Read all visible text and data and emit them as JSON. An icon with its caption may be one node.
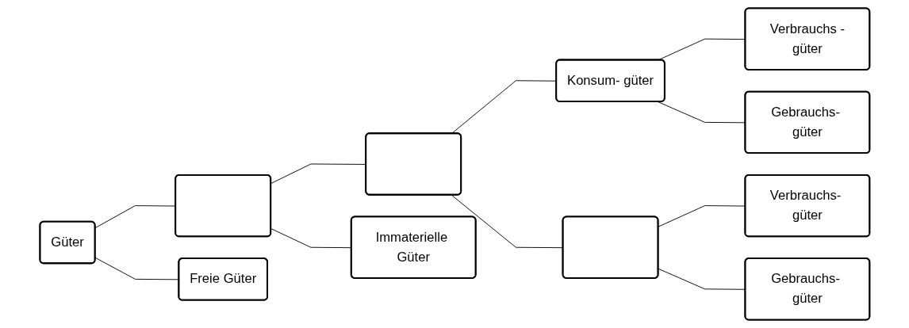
{
  "diagram": {
    "nodes": [
      {
        "text": [
          "Güter"
        ]
      },
      {
        "text": [],
        "shape": "box"
      },
      {
        "text": [
          "Freie Güter"
        ]
      },
      {
        "text": [],
        "shape": "box"
      },
      {
        "text": [
          "Immaterielle Güter"
        ]
      },
      {
        "text": [
          "Konsum- güter"
        ]
      },
      {
        "text": [],
        "shape": "box"
      },
      {
        "text": [
          "Verbrauchs -güter"
        ]
      },
      {
        "text": [
          "Gebrauchs- güter"
        ]
      },
      {
        "text": [
          "Verbrauchs- güter"
        ]
      },
      {
        "text": [
          "Gebrauchs- güter"
        ]
      }
    ],
    "edges": [
      {
        "from": 0,
        "to": 1,
        "arrow": "none"
      },
      {
        "from": 0,
        "to": 2,
        "arrow": "none"
      },
      {
        "from": 1,
        "to": 3,
        "arrow": "none"
      },
      {
        "from": 1,
        "to": 4,
        "arrow": "none"
      },
      {
        "from": 3,
        "to": 5,
        "arrow": "none"
      },
      {
        "from": 3,
        "to": 6,
        "arrow": "none"
      },
      {
        "from": 5,
        "to": 7,
        "arrow": "none"
      },
      {
        "from": 5,
        "to": 8,
        "arrow": "none"
      },
      {
        "from": 6,
        "to": 9,
        "arrow": "none"
      },
      {
        "from": 6,
        "to": 10,
        "arrow": "none"
      }
    ]
  }
}
